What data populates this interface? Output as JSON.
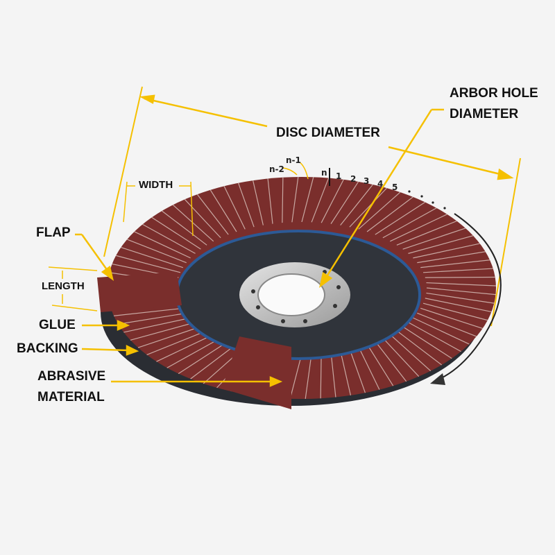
{
  "labels": {
    "arbor_hole_line1": "ARBOR HOLE",
    "arbor_hole_line2": "DIAMETER",
    "disc_diameter": "DISC DIAMETER",
    "width": "WIDTH",
    "flap": "FLAP",
    "length": "LENGTH",
    "glue": "GLUE",
    "backing": "BACKING",
    "abrasive_line1": "ABRASIVE",
    "abrasive_line2": "MATERIAL"
  },
  "flap_numbers": [
    "n-2",
    "n-1",
    "n",
    "1",
    "2",
    "3",
    "4",
    "5"
  ],
  "colors": {
    "annotation": "#f5c000",
    "abrasive": "#7a2e2c",
    "backing": "#2a2d33",
    "glue": "#2f9fd8",
    "hub": "#c8c8c8",
    "background": "#f4f4f4"
  }
}
